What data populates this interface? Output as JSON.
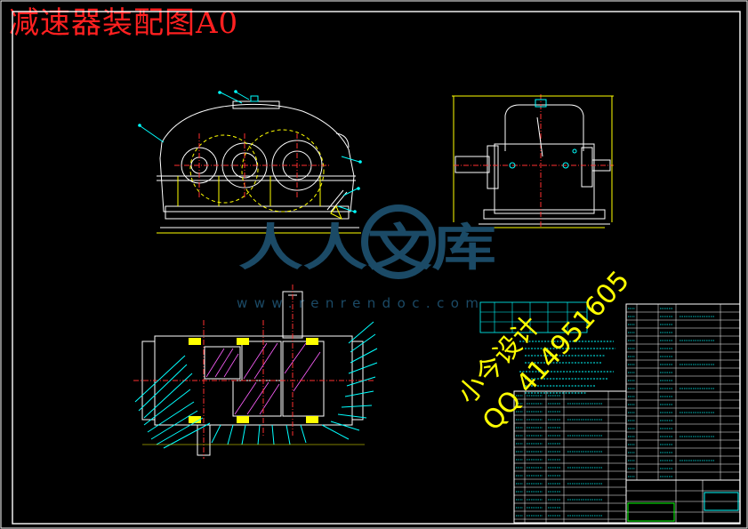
{
  "drawing": {
    "title": "减速器装配图A0",
    "title_color": "#ff2020",
    "frame_color": "#ffffff",
    "line_color": "#ffffff",
    "accent_yellow": "#ffff00",
    "accent_cyan": "#00ffff",
    "accent_green": "#00ff00",
    "accent_blue": "#0070ff"
  },
  "watermark": {
    "brand": "人人文库",
    "site": "www.renrendoc.com",
    "color": "#1b4a66"
  },
  "stamp": {
    "line1": "小今设计",
    "line2": "QQ 414951605",
    "color": "#ffff00"
  }
}
